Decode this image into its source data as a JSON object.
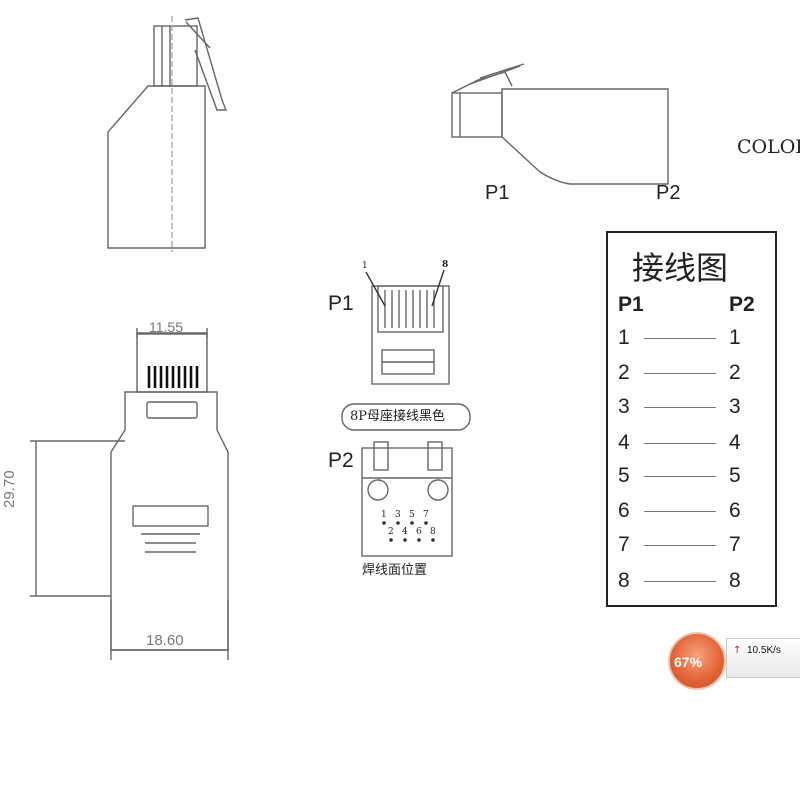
{
  "side_view": {
    "color_label": "COLOR",
    "port1_label": "P1",
    "port2_label": "P2"
  },
  "dimensions": {
    "width_top": "11.55",
    "height": "29.70",
    "width_bottom": "18.60"
  },
  "p1_view": {
    "label": "P1",
    "pin_first": "1",
    "pin_last": "8",
    "caption": "8P母座接线黑色"
  },
  "p2_view": {
    "label": "P2",
    "pins_top": [
      "1",
      "3",
      "5",
      "7"
    ],
    "pins_bottom": [
      "2",
      "4",
      "6",
      "8"
    ],
    "caption": "焊线面位置"
  },
  "wiring": {
    "title": "接线图",
    "left_header": "P1",
    "right_header": "P2",
    "rows": [
      {
        "left": "1",
        "right": "1"
      },
      {
        "left": "2",
        "right": "2"
      },
      {
        "left": "3",
        "right": "3"
      },
      {
        "left": "4",
        "right": "4"
      },
      {
        "left": "5",
        "right": "5"
      },
      {
        "left": "6",
        "right": "6"
      },
      {
        "left": "7",
        "right": "7"
      },
      {
        "left": "8",
        "right": "8"
      }
    ]
  },
  "speed_widget": {
    "percent": "67%",
    "upload_rate": "10.5K/s",
    "accent_color": "#e5653a",
    "arrow_color": "#dd2222"
  }
}
